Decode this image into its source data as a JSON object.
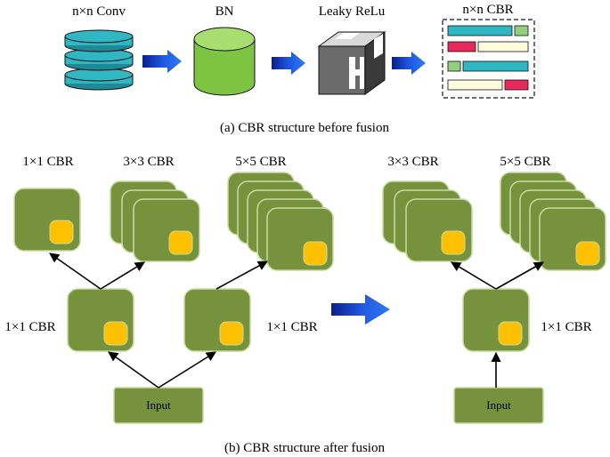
{
  "top": {
    "steps": [
      {
        "label": "n×n Conv"
      },
      {
        "label": "BN"
      },
      {
        "label": "Leaky ReLu"
      },
      {
        "label": "n×n CBR"
      }
    ],
    "caption": "(a) CBR structure before fusion"
  },
  "bottom": {
    "left": {
      "branch_1x1_label": "1×1 CBR",
      "branch_3x3_label": "3×3 CBR",
      "branch_5x5_label": "5×5 CBR",
      "mid_left_label": "1×1 CBR",
      "mid_right_label": "1×1 CBR",
      "input_label": "Input"
    },
    "right": {
      "branch_3x3_label": "3×3 CBR",
      "branch_5x5_label": "5×5 CBR",
      "mid_label": "1×1 CBR",
      "input_label": "Input"
    },
    "caption": "(b) CBR structure after fusion"
  },
  "colors": {
    "block_green": "#76923c",
    "block_border": "#c6dba0",
    "badge_orange": "#ffc000",
    "arrow_blue": "#1f3fcf",
    "conv_teal": "#31b6c4",
    "bn_green": "#7dc443",
    "bar_red": "#e8295c",
    "bar_cream": "#fffbdc",
    "bar_green": "#93cf7e"
  }
}
